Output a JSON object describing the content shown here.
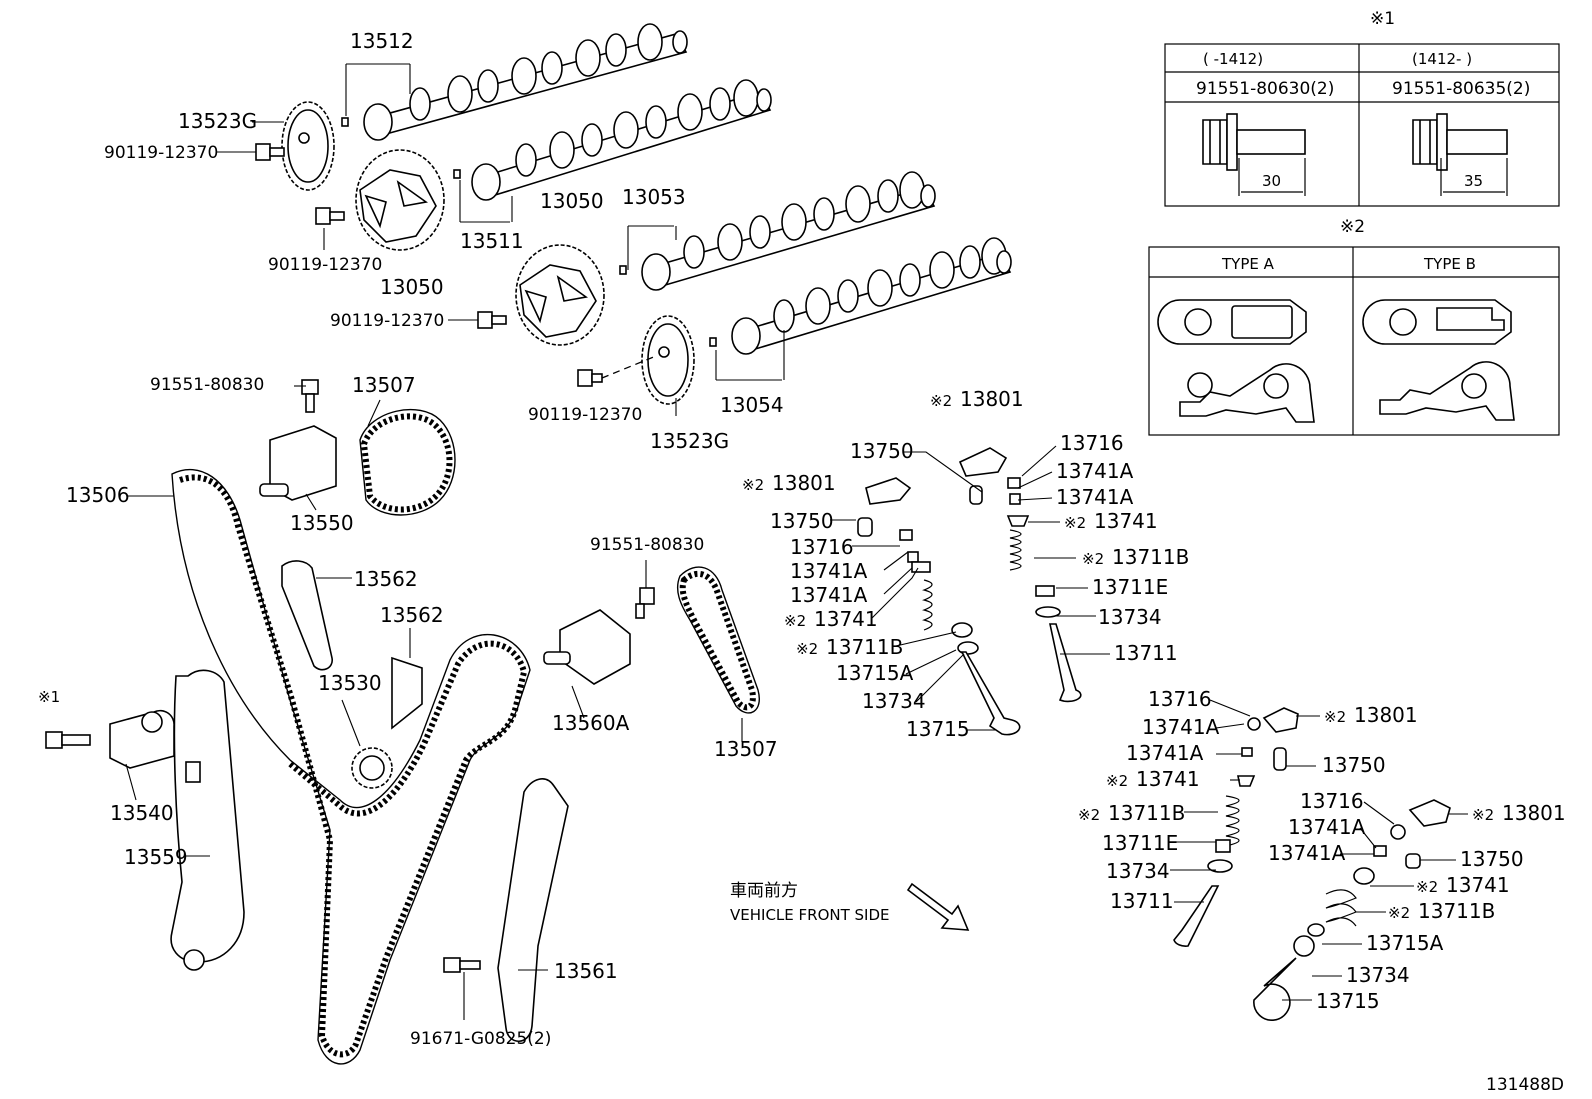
{
  "note_marks": {
    "n1": "※1",
    "n2": "※2"
  },
  "table1": {
    "header_left": "(      -1412)",
    "header_right": "(1412-      )",
    "part_left": "91551-80630(2)",
    "part_right": "91551-80635(2)",
    "dim_left": "30",
    "dim_right": "35"
  },
  "table2": {
    "type_a": "TYPE A",
    "type_b": "TYPE B"
  },
  "direction": {
    "jp": "車両前方",
    "en": "VEHICLE FRONT SIDE"
  },
  "diagram_code": "131488D",
  "labels": {
    "l13512": "13512",
    "l13523G_a": "13523G",
    "l90119_a": "90119-12370",
    "l90119_b": "90119-12370",
    "l13050_a": "13050",
    "l13511": "13511",
    "l13050_b": "13050",
    "l13053": "13053",
    "l90119_c": "90119-12370",
    "l90119_d": "90119-12370",
    "l13523G_b": "13523G",
    "l13054": "13054",
    "l91551_a": "91551-80830",
    "l13507_a": "13507",
    "l13506": "13506",
    "l13550": "13550",
    "l13562_a": "13562",
    "l13562_b": "13562",
    "l13530": "13530",
    "l13540": "13540",
    "l13559": "13559",
    "l91551_b": "91551-80830",
    "l13560A": "13560A",
    "l13507_b": "13507",
    "l13561": "13561",
    "l91671": "91671-G0825(2)",
    "l13801_a": "13801",
    "l13750_a": "13750",
    "l13716_a": "13716",
    "l13741A_a": "13741A",
    "l13741A_b": "13741A",
    "l13741_a": "13741",
    "l13711B_a": "13711B",
    "l13711E_a": "13711E",
    "l13734_a": "13734",
    "l13711_a": "13711",
    "l13801_b": "13801",
    "l13750_b": "13750",
    "l13716_b": "13716",
    "l13741A_c": "13741A",
    "l13741A_d": "13741A",
    "l13741_b": "13741",
    "l13711B_b": "13711B",
    "l13715A_a": "13715A",
    "l13734_b": "13734",
    "l13715_a": "13715",
    "l13716_c": "13716",
    "l13801_c": "13801",
    "l13741A_e": "13741A",
    "l13741A_f": "13741A",
    "l13750_c": "13750",
    "l13741_c": "13741",
    "l13711B_c": "13711B",
    "l13711E_b": "13711E",
    "l13734_c": "13734",
    "l13711_b": "13711",
    "l13716_d": "13716",
    "l13801_d": "13801",
    "l13741A_g": "13741A",
    "l13741A_h": "13741A",
    "l13750_d": "13750",
    "l13741_d": "13741",
    "l13711B_d": "13711B",
    "l13715A_b": "13715A",
    "l13734_d": "13734",
    "l13715_b": "13715"
  }
}
